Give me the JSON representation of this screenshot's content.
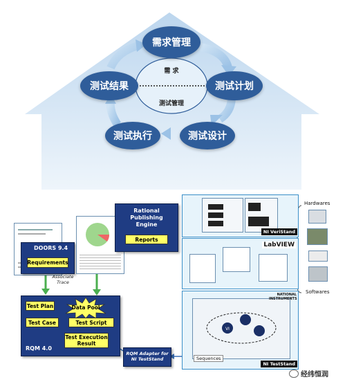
{
  "house": {
    "center_top": "需    求",
    "center_bottom": "测试管理",
    "nodes": [
      "需求管理",
      "测试计划",
      "测试设计",
      "测试执行",
      "测试结果"
    ]
  },
  "diagram": {
    "doors": {
      "title": "DOORS 9.4",
      "item": "Requirements"
    },
    "rpe": {
      "title": "Rational Publishing Engine",
      "item": "Reports"
    },
    "associate": "Associate Trace",
    "rqm": {
      "title": "RQM 4.0",
      "items": [
        "Test Plan",
        "Data Pool",
        "Test Case",
        "Test Script",
        "Test Execution Result"
      ]
    },
    "adapter": "RQM Adapter for NI TestStand",
    "labview": "LabVIEW",
    "veristand": "NI VeriStand",
    "teststand": "NI TestStand",
    "national": "NATIONAL INSTRUMENTS",
    "sequences": "Sequences",
    "vi_label": "VI",
    "hardwares": "Hardwares",
    "softwares": "Softwares",
    "watermark": "经纬恒润"
  },
  "colors": {
    "house": "#c9dff1",
    "node": "#2f5d9a",
    "arrow": "#b6d4ee",
    "green_arrow": "#4caf50"
  }
}
